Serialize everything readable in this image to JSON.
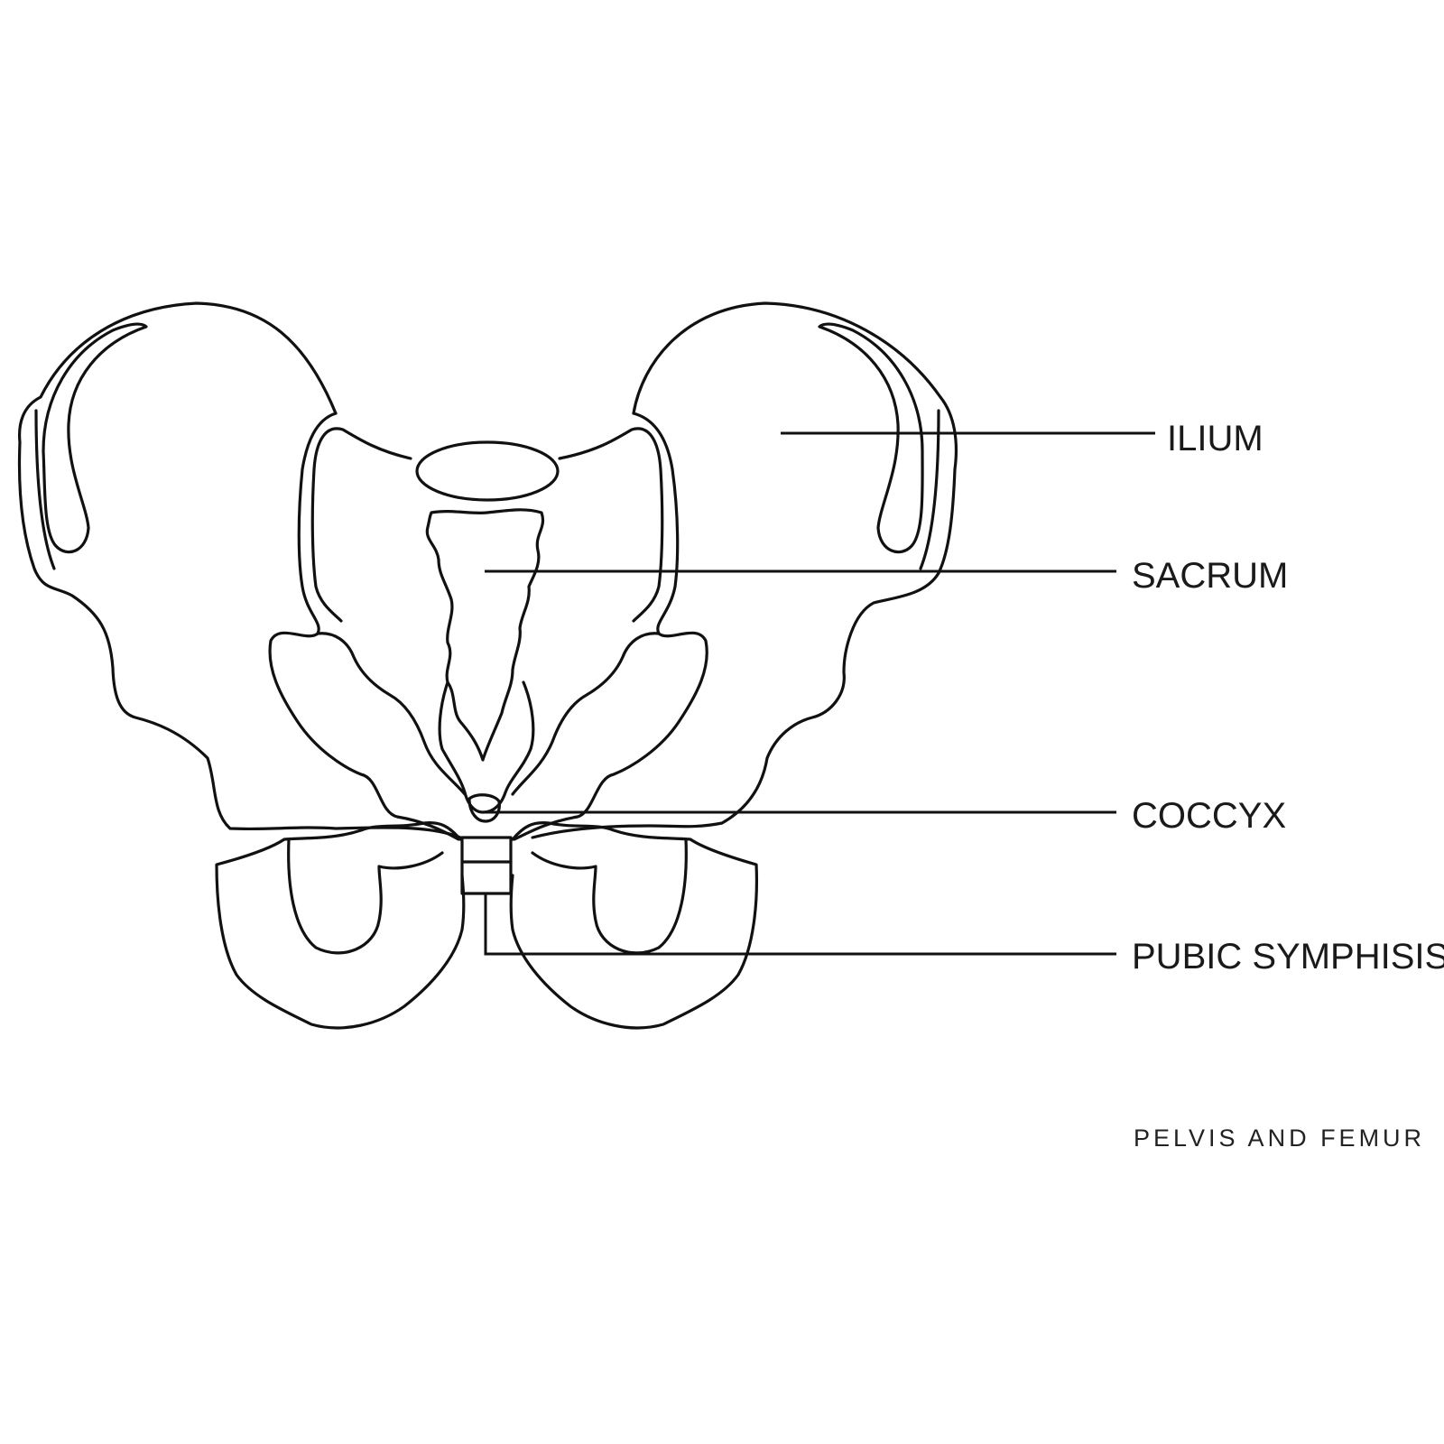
{
  "labels": {
    "ilium": "ILIUM",
    "sacrum": "SACRUM",
    "coccyx": "COCCYX",
    "pubic_symphysis": "PUBIC SYMPHISIS"
  },
  "caption": "PELVIS AND FEMUR",
  "colors": {
    "line": "#111111",
    "background": "#ffffff"
  }
}
